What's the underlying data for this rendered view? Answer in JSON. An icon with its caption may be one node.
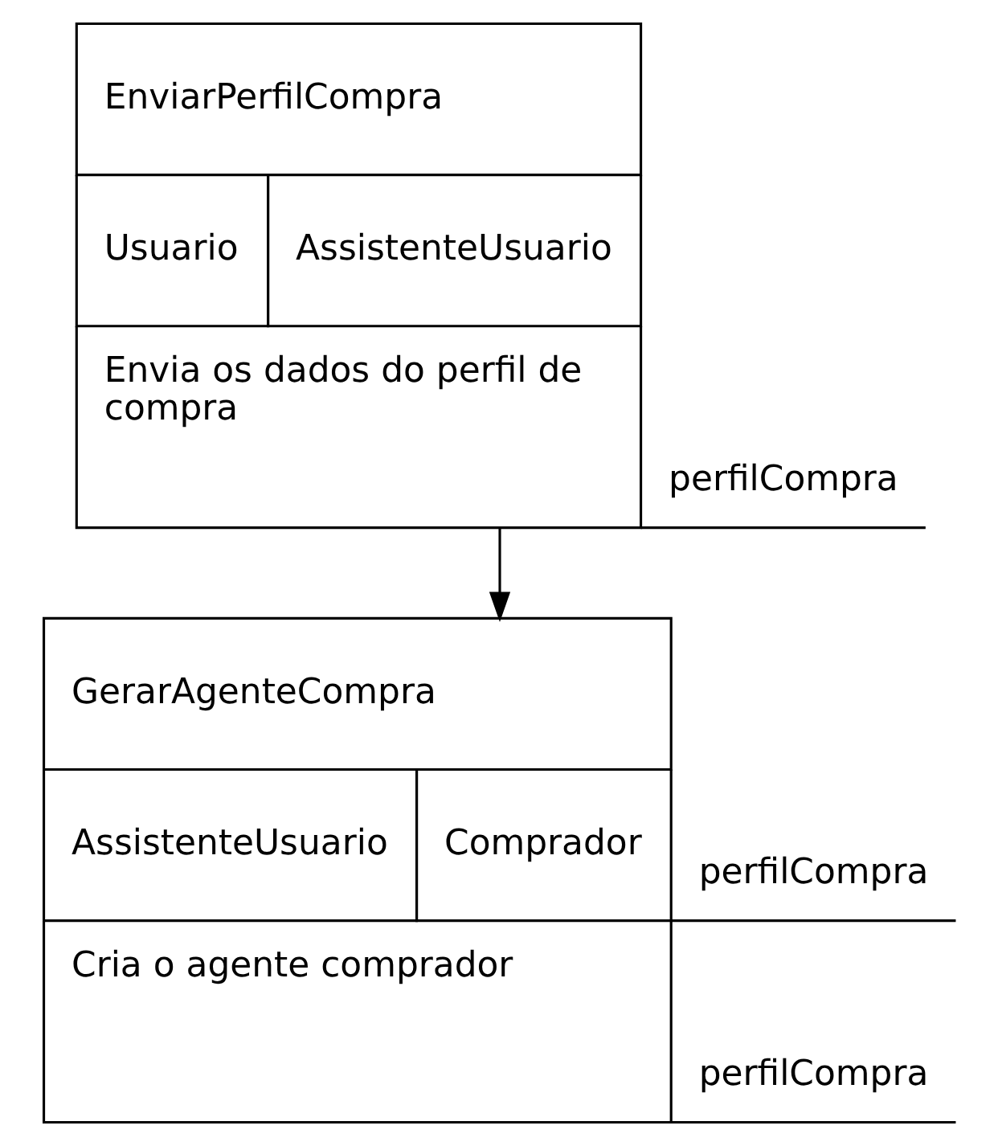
{
  "diagram": {
    "nodes": [
      {
        "text": [
          "EnviarPerfilCompra",
          "Usuario",
          "AssistenteUsuario",
          "Envia os dados do perfil de compra",
          "perfilCompra"
        ]
      },
      {
        "text": [
          "GerarAgenteCompra",
          "AssistenteUsuario",
          "Comprador",
          "perfilCompra",
          "Cria o agente comprador",
          "perfilCompra"
        ]
      }
    ],
    "edges": [
      {
        "from": 0,
        "to": 1,
        "arrow": "to"
      }
    ]
  }
}
